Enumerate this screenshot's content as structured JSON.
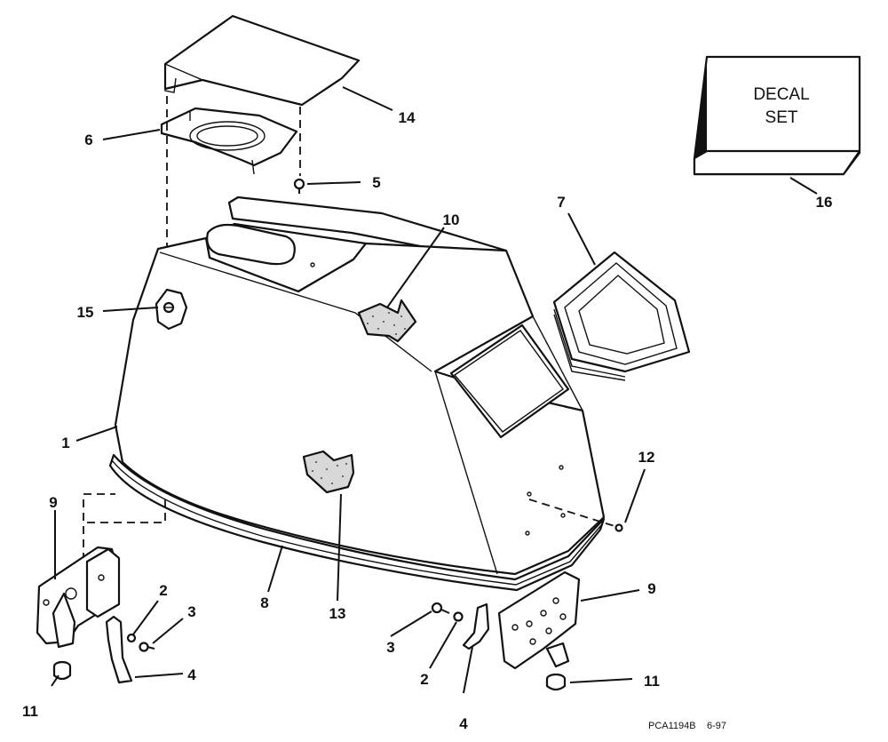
{
  "decal": {
    "line1": "DECAL",
    "line2": "SET"
  },
  "callouts": {
    "c1": "1",
    "c2a": "2",
    "c2b": "2",
    "c3a": "3",
    "c3b": "3",
    "c4a": "4",
    "c4b": "4",
    "c5": "5",
    "c6": "6",
    "c7": "7",
    "c8": "8",
    "c9a": "9",
    "c9b": "9",
    "c10": "10",
    "c11a": "11",
    "c11b": "11",
    "c12": "12",
    "c13": "13",
    "c14": "14",
    "c15": "15",
    "c16": "16"
  },
  "caption": {
    "code": "PCA1194B",
    "date": "6-97"
  }
}
